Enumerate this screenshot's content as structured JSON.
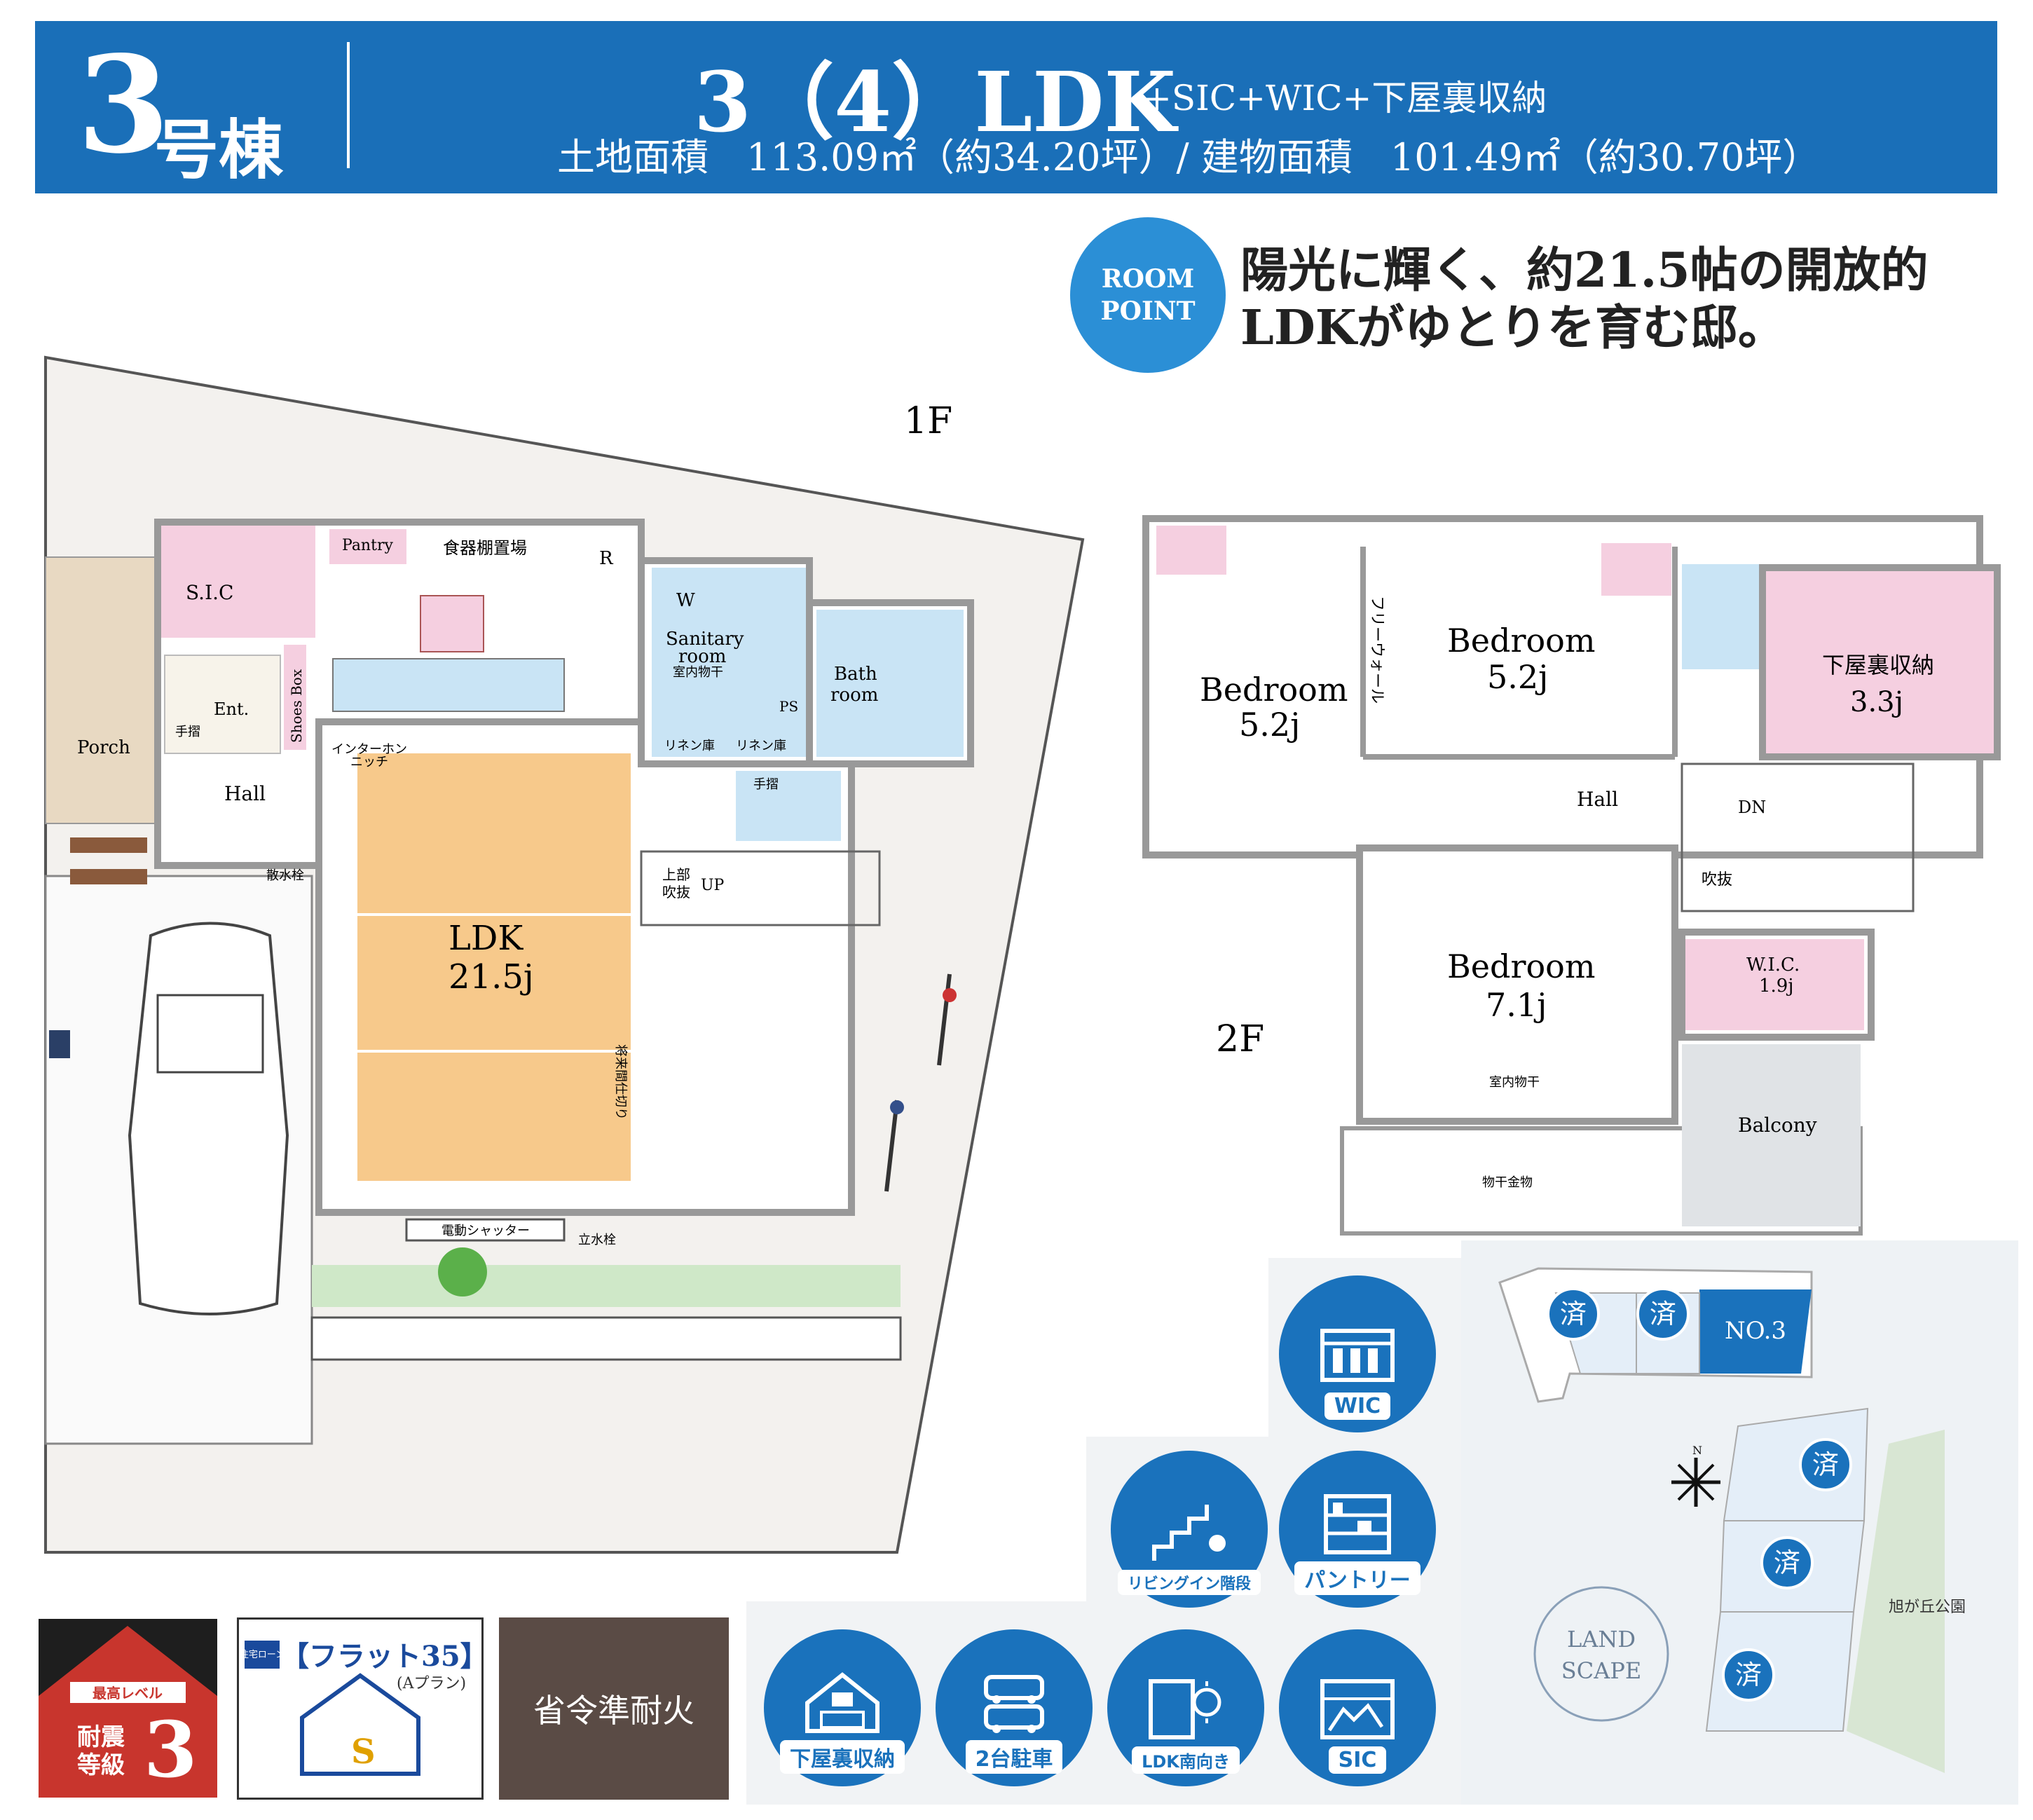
{
  "header": {
    "building_number": "3",
    "building_suffix": "号棟",
    "layout": "3（4）LDK",
    "layout_extra": "+SIC+WIC+下屋裏収納",
    "area_line": "土地面積　113.09㎡（約34.20坪）/ 建物面積　101.49㎡（約30.70坪）"
  },
  "room_point": {
    "badge_line1": "ROOM",
    "badge_line2": "POINT",
    "text_line1": "陽光に輝く、約21.5帖の開放的",
    "text_line2": "LDKがゆとりを育む邸。"
  },
  "floor1": {
    "label": "1F",
    "rooms": {
      "sic": "S.I.C",
      "pantry": "Pantry",
      "dish_storage": "食器棚置場",
      "fridge": "R",
      "wash": "W",
      "sanitary": "Sanitary",
      "sanitary2": "room",
      "indoor_dry": "室内物干",
      "bath": "Bath",
      "bath2": "room",
      "ps": "PS",
      "shoes_box": "Shoes Box",
      "ent": "Ent.",
      "handrail1": "手摺",
      "handrail2": "手摺",
      "porch": "Porch",
      "intercom": "インターホン",
      "intercom2": "ニッチ",
      "linen1": "リネン庫",
      "linen2": "リネン庫",
      "hall": "Hall",
      "sprinkler": "散水栓",
      "ldk": "LDK",
      "ldk_size": "21.5j",
      "upper_void": "上部",
      "upper_void2": "吹抜",
      "up": "UP",
      "partition": "将来間仕切り",
      "shutter": "電動シャッター",
      "standing_faucet": "立水栓"
    }
  },
  "floor2": {
    "label": "2F",
    "rooms": {
      "bedroom_a": "Bedroom",
      "bedroom_a_size": "5.2j",
      "bedroom_b": "Bedroom",
      "bedroom_b_size": "5.2j",
      "free_wall": "フリーウォール",
      "attic": "下屋裏収納",
      "attic_size": "3.3j",
      "hall": "Hall",
      "dn": "DN",
      "void": "吹抜",
      "wic": "W.I.C.",
      "wic_size": "1.9j",
      "bedroom_c": "Bedroom",
      "bedroom_c_size": "7.1j",
      "indoor_dry": "室内物干",
      "balcony": "Balcony",
      "laundry_hardware": "物干金物"
    }
  },
  "badges": {
    "seismic_top": "最高レベル",
    "seismic_line1": "耐震",
    "seismic_line2": "等級",
    "seismic_grade": "3",
    "flat_small": "住宅ローン",
    "flat_name": "【フラット35】S",
    "flat_plan": "(Aプラン)",
    "flat_house_letter": "S",
    "fire": "省令準耐火"
  },
  "features": [
    {
      "label": "WIC",
      "icon": "wardrobe-icon"
    },
    {
      "label": "リビングイン階段",
      "icon": "stairs-icon"
    },
    {
      "label": "パントリー",
      "icon": "pantry-shelf-icon"
    },
    {
      "label": "下屋裏収納",
      "icon": "attic-house-icon"
    },
    {
      "label": "2台駐車",
      "icon": "two-cars-icon"
    },
    {
      "label": "LDK南向き",
      "icon": "sun-window-icon"
    },
    {
      "label": "SIC",
      "icon": "shoe-closet-icon"
    }
  ],
  "site_map": {
    "sold": "済",
    "current_lot": "NO.3",
    "park": "旭が丘公園",
    "landscape1": "LAND",
    "landscape2": "SCAPE",
    "north": "N"
  },
  "colors": {
    "header_blue": "#1a6fb8",
    "ldk_orange": "#f7c98b",
    "storage_pink": "#f5cfe0",
    "wet_blue": "#c9e4f5",
    "fire_brown": "#5a4b45",
    "seismic_red": "#c8352d"
  }
}
